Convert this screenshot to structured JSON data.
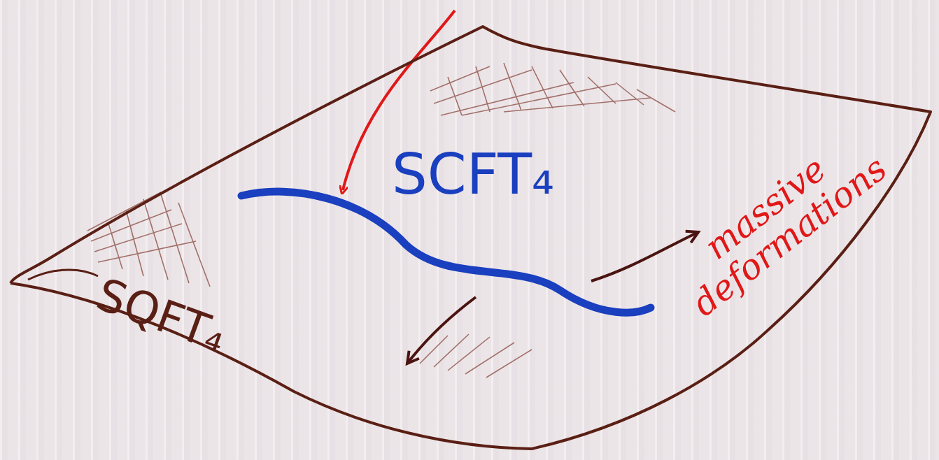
{
  "diagram": {
    "nodes": [
      {
        "text": [
          "SQFT₄"
        ]
      }
    ],
    "labels": [
      "SCFT₄",
      "massive deformations"
    ]
  }
}
